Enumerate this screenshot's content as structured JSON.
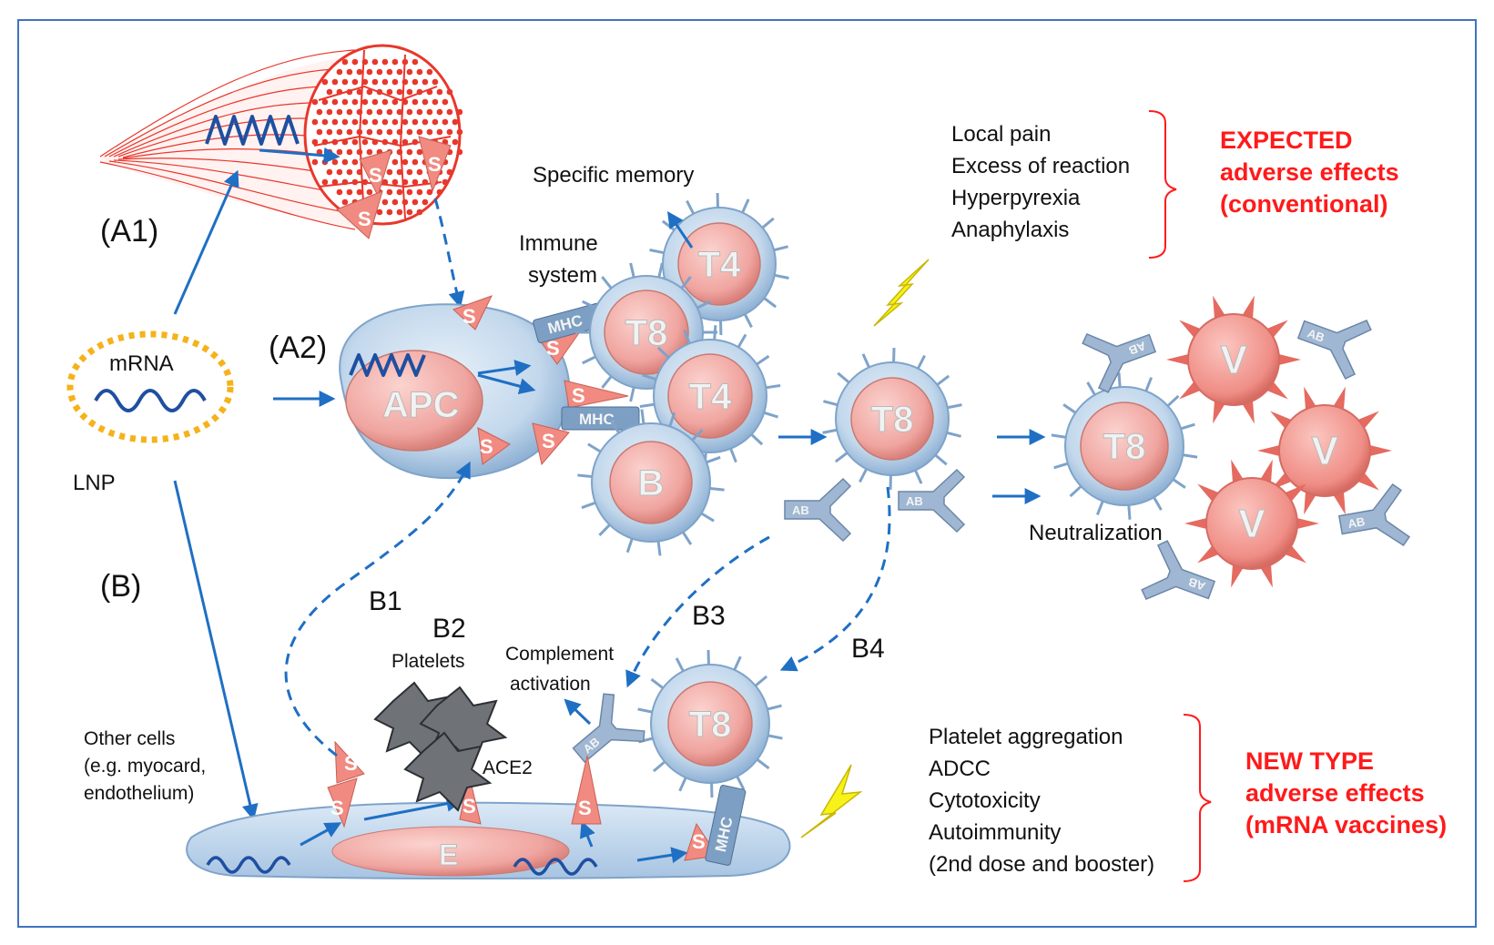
{
  "pathways": {
    "a1": "(A1)",
    "a2": "(A2)",
    "b": "(B)",
    "b1": "B1",
    "b2": "B2",
    "b3": "B3",
    "b4": "B4"
  },
  "lnp": {
    "content": "mRNA",
    "label": "LNP"
  },
  "labels": {
    "specific_memory": "Specific memory",
    "immune_line1": "Immune",
    "immune_line2": "system",
    "neutralization": "Neutralization",
    "platelets": "Platelets",
    "complement_line1": "Complement",
    "complement_line2": "activation",
    "ace2": "ACE2",
    "other_cells_line1": "Other cells",
    "other_cells_line2": "(e.g. myocard,",
    "other_cells_line3": "endothelium)"
  },
  "cells": {
    "apc": "APC",
    "t8": "T8",
    "t4": "T4",
    "b": "B",
    "v": "V",
    "e": "E",
    "mhc": "MHC",
    "ab": "AB",
    "spike": "S"
  },
  "expected_effects": {
    "items": [
      "Local pain",
      "Excess of reaction",
      "Hyperpyrexia",
      "Anaphylaxis"
    ],
    "heading_lines": [
      "EXPECTED",
      "adverse effects",
      "(conventional)"
    ]
  },
  "new_effects": {
    "items": [
      "Platelet aggregation",
      "ADCC",
      "Cytotoxicity",
      "Autoimmunity",
      "(2nd dose and booster)"
    ],
    "heading_lines": [
      "NEW TYPE",
      "adverse effects",
      "(mRNA vaccines)"
    ]
  },
  "colors": {
    "border": "#3f74c0",
    "arrow": "#1f6fc4",
    "muscle": "#e8372b",
    "cell_membrane": "#c3d8ec",
    "nucleus": "#f0a5a0",
    "spike": "#f18a80",
    "lnp_ring": "#f5b21a",
    "mrna": "#1f4fa0",
    "lightning": "#f6f21a",
    "emphasis": "#ff1a1a"
  }
}
